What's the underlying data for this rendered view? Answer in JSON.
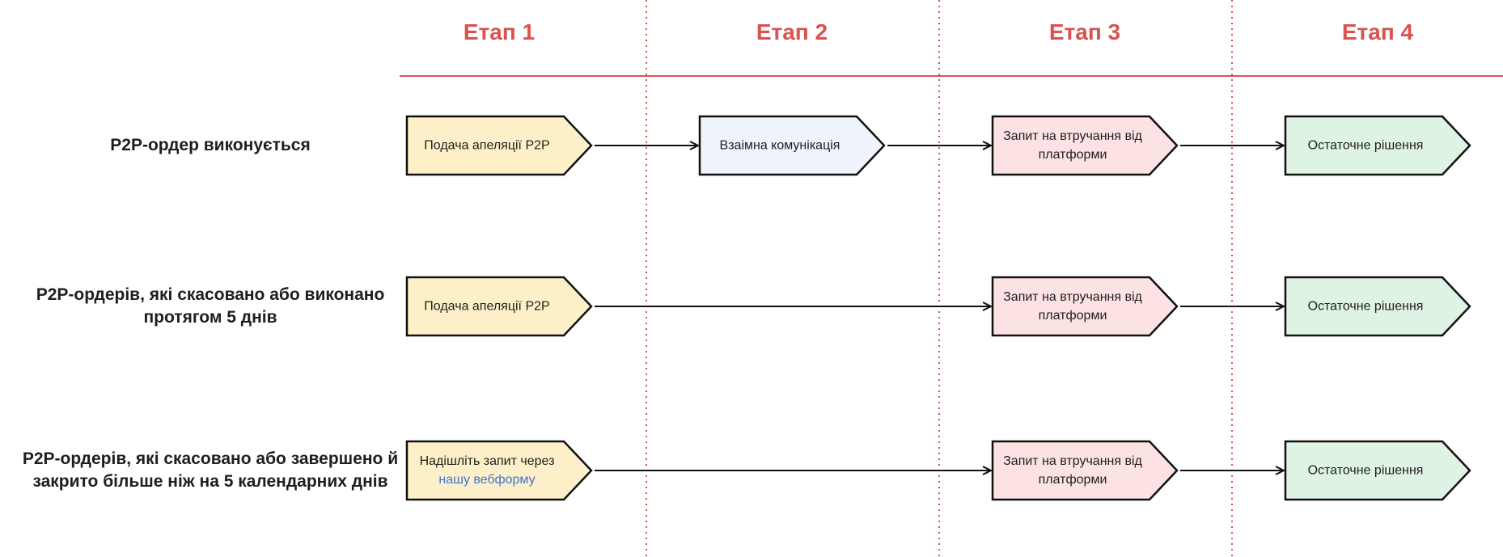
{
  "stages": [
    "Етап 1",
    "Етап 2",
    "Етап 3",
    "Етап 4"
  ],
  "rows": [
    {
      "label": "P2P-ордер виконується",
      "nodes": [
        {
          "stage": 0,
          "text": "Подача апеляції P2P",
          "color": "#fdf0c8"
        },
        {
          "stage": 1,
          "text": "Взаімна комунікація",
          "color": "#eef3fc"
        },
        {
          "stage": 2,
          "text": "Запит на втручання від платформи",
          "color": "#fde2e4"
        },
        {
          "stage": 3,
          "text": "Остаточне рішення",
          "color": "#dff3e4"
        }
      ]
    },
    {
      "label": "P2P-ордерів, які скасовано або виконано протягом 5 днів",
      "nodes": [
        {
          "stage": 0,
          "text": "Подача апеляції P2P",
          "color": "#fdf0c8"
        },
        {
          "stage": 2,
          "text": "Запит на втручання від платформи",
          "color": "#fde2e4"
        },
        {
          "stage": 3,
          "text": "Остаточне рішення",
          "color": "#dff3e4"
        }
      ]
    },
    {
      "label": "P2P-ордерів, які скасовано або завершено й закрито більше ніж на 5 календарних днів",
      "nodes": [
        {
          "stage": 0,
          "text": "Надішліть запит через",
          "link": "нашу вебформу",
          "color": "#fdf0c8"
        },
        {
          "stage": 2,
          "text": "Запит на втручання від платформи",
          "color": "#fde2e4"
        },
        {
          "stage": 3,
          "text": "Остаточне рішення",
          "color": "#dff3e4"
        }
      ]
    }
  ],
  "colors": {
    "accent": "#d9534f",
    "link": "#3a76d6",
    "stroke": "#111111"
  }
}
